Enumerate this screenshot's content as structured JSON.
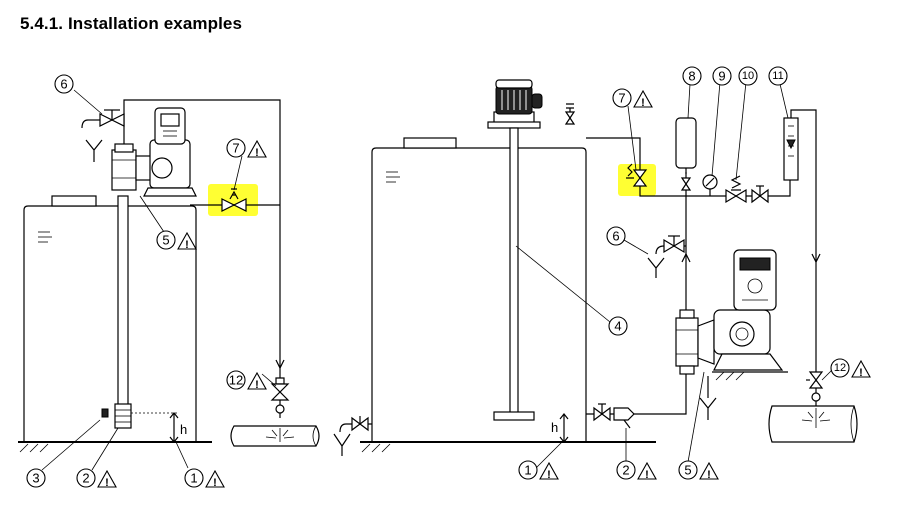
{
  "title": "5.4.1. Installation examples",
  "height_label": "h",
  "warning_symbol": "!",
  "callouts": [
    "1",
    "2",
    "3",
    "4",
    "5",
    "6",
    "7",
    "8",
    "9",
    "10",
    "11",
    "12"
  ],
  "highlight_color": "#ffff33"
}
